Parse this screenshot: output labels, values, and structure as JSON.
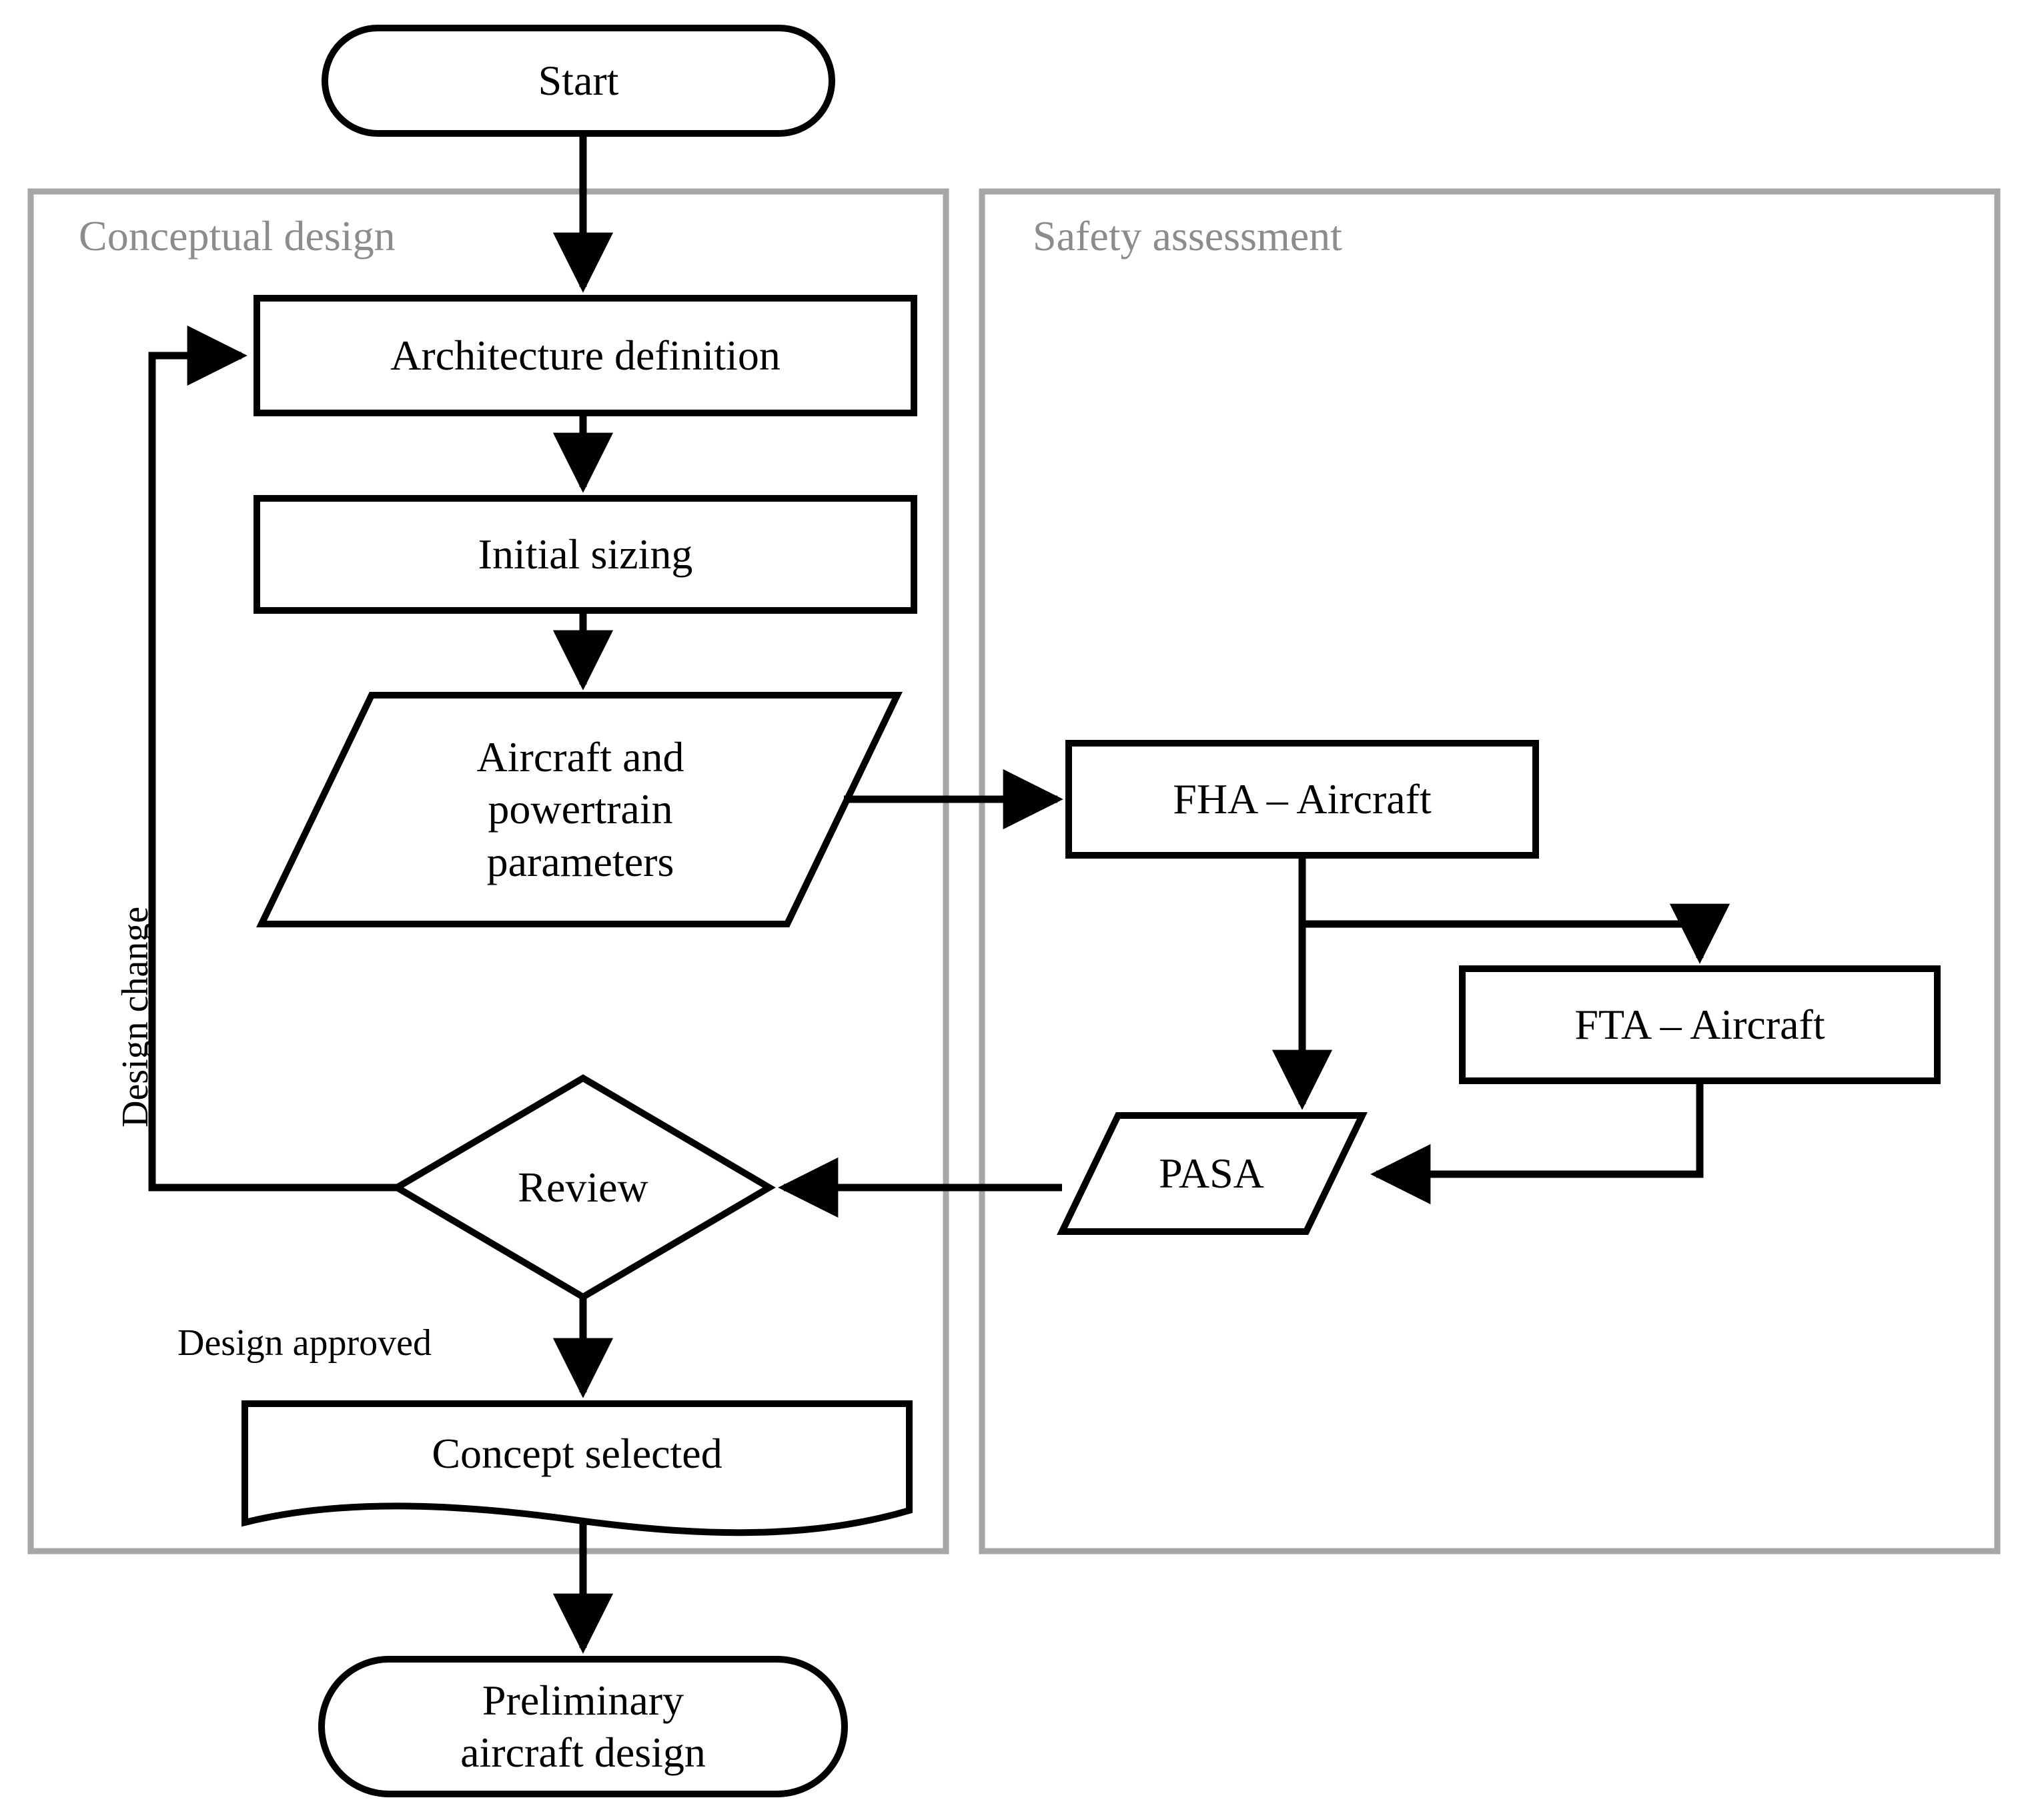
{
  "diagram": {
    "type": "flowchart",
    "orientation": "top-to-bottom",
    "background_color": "#ffffff",
    "line_color": "#000000",
    "panel_border_color": "#a6a6a6",
    "panel_title_color": "#8c8c8c"
  },
  "panels": [
    {
      "id": "conceptual-design",
      "title": "Conceptual design"
    },
    {
      "id": "safety-assessment",
      "title": "Safety assessment"
    }
  ],
  "nodes": {
    "start": {
      "label": "Start",
      "shape": "stadium"
    },
    "architecture_definition": {
      "label": "Architecture definition",
      "shape": "process"
    },
    "initial_sizing": {
      "label": "Initial sizing",
      "shape": "process"
    },
    "aircraft_powertrain_parameters": {
      "label": "Aircraft and\npowertrain\nparameters",
      "shape": "parallelogram"
    },
    "review": {
      "label": "Review",
      "shape": "decision"
    },
    "concept_selected": {
      "label": "Concept selected",
      "shape": "document"
    },
    "preliminary_aircraft_design": {
      "label": "Preliminary\naircraft design",
      "shape": "stadium"
    },
    "fha_aircraft": {
      "label": "FHA – Aircraft",
      "shape": "process"
    },
    "fta_aircraft": {
      "label": "FTA – Aircraft",
      "shape": "process"
    },
    "pasa": {
      "label": "PASA",
      "shape": "parallelogram"
    }
  },
  "edge_labels": {
    "design_change": "Design change",
    "design_approved": "Design approved"
  },
  "edges": [
    {
      "from": "start",
      "to": "architecture_definition"
    },
    {
      "from": "architecture_definition",
      "to": "initial_sizing"
    },
    {
      "from": "initial_sizing",
      "to": "aircraft_powertrain_parameters"
    },
    {
      "from": "aircraft_powertrain_parameters",
      "to": "fha_aircraft"
    },
    {
      "from": "fha_aircraft",
      "to": "pasa"
    },
    {
      "from": "fha_aircraft",
      "to": "fta_aircraft"
    },
    {
      "from": "fta_aircraft",
      "to": "pasa"
    },
    {
      "from": "pasa",
      "to": "review"
    },
    {
      "from": "review",
      "to": "architecture_definition",
      "label": "Design change"
    },
    {
      "from": "review",
      "to": "concept_selected",
      "label": "Design approved"
    },
    {
      "from": "concept_selected",
      "to": "preliminary_aircraft_design"
    }
  ]
}
